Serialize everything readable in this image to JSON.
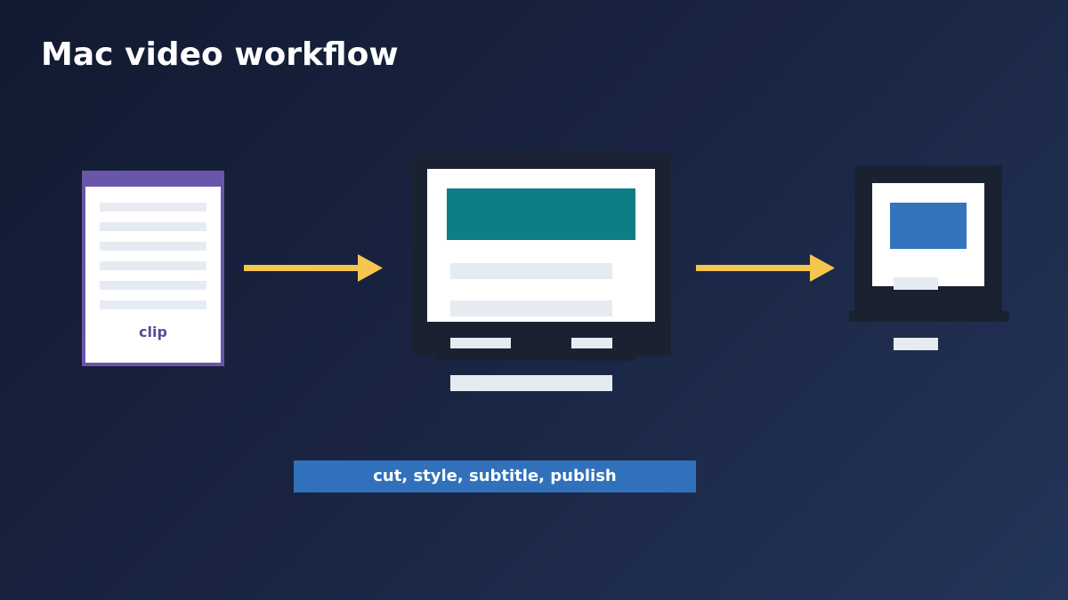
{
  "slide": {
    "title": "Mac video workflow"
  },
  "diagram": {
    "source": {
      "label": "clip",
      "icon": "document-icon",
      "accent_color": "#6a56a8"
    },
    "editor": {
      "icon": "desktop-monitor-icon",
      "video_color": "#0e7e86"
    },
    "output": {
      "icon": "laptop-icon",
      "video_color": "#3474bc"
    },
    "arrow_color": "#f5c64f",
    "caption": "cut, style, subtitle, publish",
    "caption_color": "#3170bb"
  }
}
